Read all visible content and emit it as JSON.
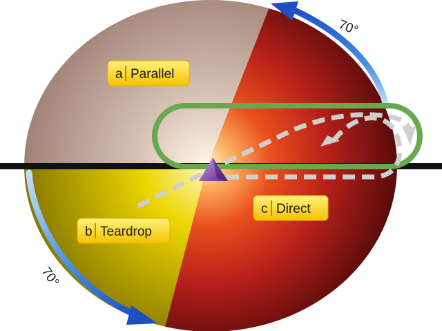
{
  "entries": [
    {
      "letter": "a",
      "name": "Parallel"
    },
    {
      "letter": "b",
      "name": "Teardrop"
    },
    {
      "letter": "c",
      "name": "Direct"
    }
  ],
  "angles": {
    "top": "70°",
    "bottom": "70°"
  },
  "colors": {
    "parallel_sector": "#a88b7c",
    "teardrop_sector": "#d8c400",
    "direct_sector": "#9e1b17",
    "direct_center_glow": "#ffd9a0",
    "holding_pattern": "#6aa84f",
    "inbound_track": "#111111",
    "entry_path": "#c8c8c8",
    "fix_marker": "#7a3fa6",
    "angle_arrow": "#2f6fd1",
    "label_bg": "#ffd400",
    "label_divider": "#e07a00"
  },
  "icons": {
    "fix": "triangle-fix-icon",
    "angle_arrows": "curved-arrow-icon"
  }
}
